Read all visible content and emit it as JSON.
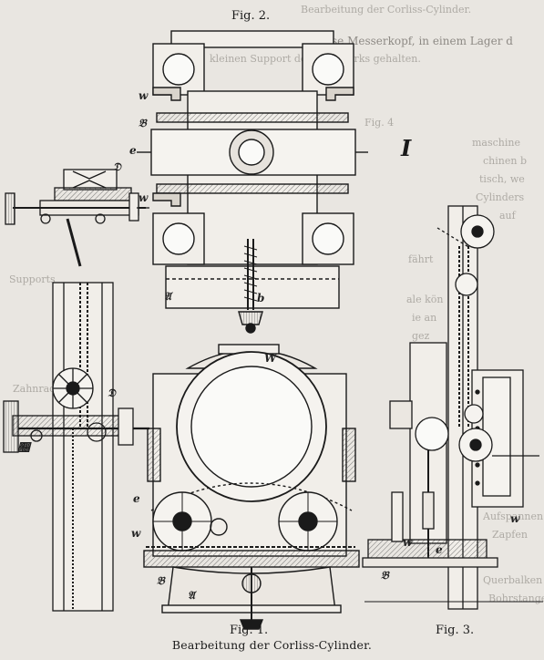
{
  "bleed_text": [
    "Bearbeitung der Corliss-Cylinder.",
    "Spindel, beziehungsweise Messerkopf, in einem Lager d",
    "kleinen Support des Bohrwerks gehalten.",
    "maschine",
    "chinen b",
    "tisch, we",
    "Cylinders",
    "auf",
    "Fig. 4",
    "fährt",
    "ale kön",
    "ie an",
    "gez",
    "Aufspannen",
    "Zapfen",
    "Querbalken",
    "Bohrstange",
    "Supports",
    "Zahnrad"
  ],
  "captions": {
    "fig1": "Fig. 1.",
    "fig2": "Fig. 2.",
    "fig3": "Fig. 3.",
    "plate_number": "I",
    "title": "Bearbeitung der Corliss-Cylinder."
  },
  "labels": {
    "w": "w",
    "B": "𝔅",
    "e": "e",
    "D": "𝔇",
    "A": "𝔄",
    "b": "b",
    "C": "𝔆",
    "W": "W"
  }
}
